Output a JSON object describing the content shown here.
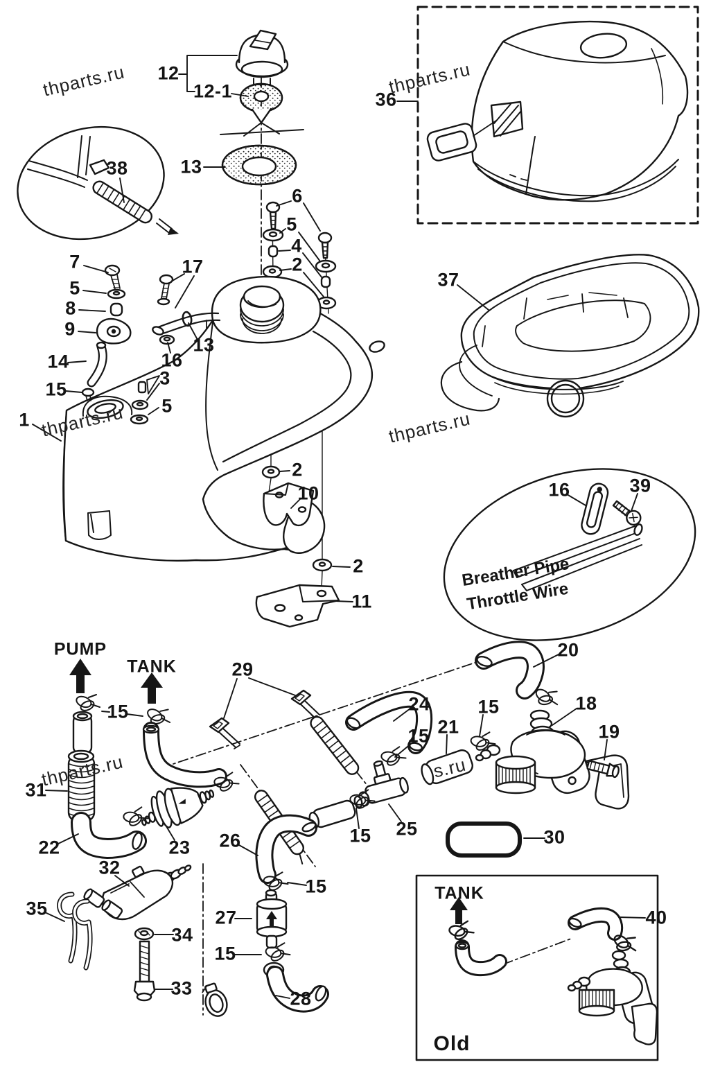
{
  "diagram": {
    "colors": {
      "ink": "#161616",
      "background": "#ffffff"
    },
    "watermark": "thparts.ru",
    "watermark_partial": "s.ru",
    "flow_labels": {
      "pump": "PUMP",
      "tank": "TANK",
      "tank_old": "TANK",
      "old": "Old"
    },
    "inset_notes": {
      "line1": "Breather Pipe",
      "line2": "Throttle Wire"
    },
    "callouts": {
      "c12": "12",
      "c12_1": "12-1",
      "c13a": "13",
      "c38": "38",
      "c36": "36",
      "c6": "6",
      "c5a": "5",
      "c4": "4",
      "c2a": "2",
      "c7": "7",
      "c17": "17",
      "c5b": "5",
      "c8": "8",
      "c9": "9",
      "c13b": "13",
      "c16a": "16",
      "c14": "14",
      "c3": "3",
      "c15a": "15",
      "c5c": "5",
      "c1": "1",
      "c37": "37",
      "c2b": "2",
      "c10": "10",
      "c2c": "2",
      "c11": "11",
      "c16b": "16",
      "c39": "39",
      "c29": "29",
      "c20": "20",
      "c15b": "15",
      "c24": "24",
      "c15c": "15",
      "c18": "18",
      "c21": "21",
      "c15d": "15",
      "c19": "19",
      "c31": "31",
      "c22": "22",
      "c23": "23",
      "c26": "26",
      "c15e": "15",
      "c25": "25",
      "c30": "30",
      "c32": "32",
      "c35": "35",
      "c34": "34",
      "c27": "27",
      "c15f": "15",
      "c15g": "15",
      "c33": "33",
      "c28": "28",
      "c40": "40"
    }
  }
}
